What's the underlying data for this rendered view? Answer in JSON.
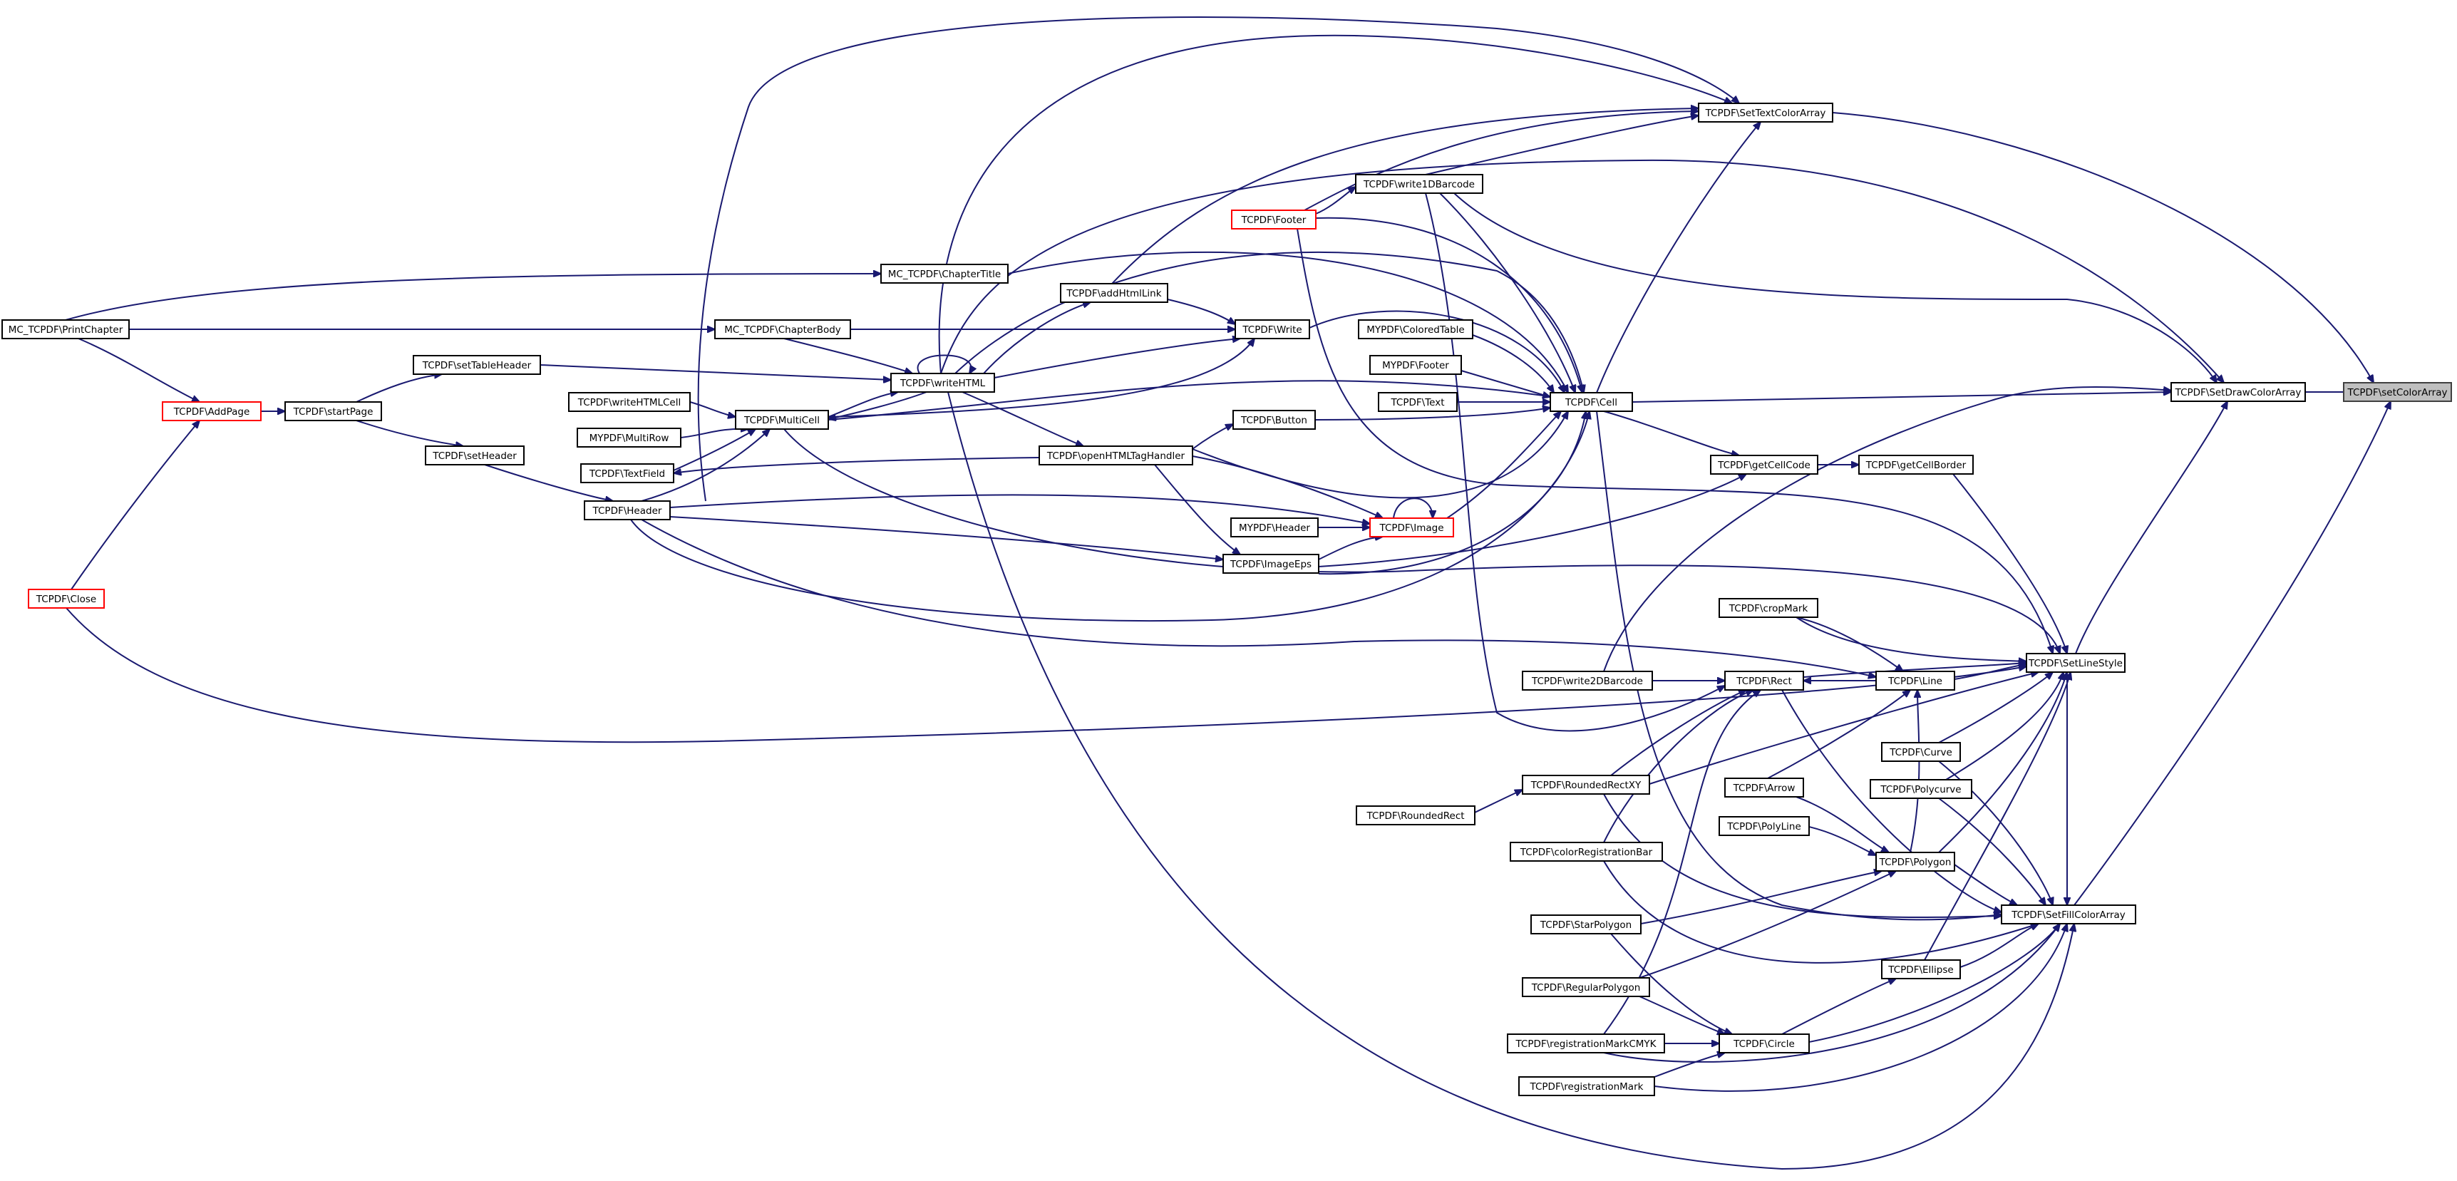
{
  "diagram": {
    "type": "call-graph",
    "colors": {
      "edge": "#191970",
      "node_border": "#000000",
      "truncated_node_border": "#ff0000",
      "focus_node_fill": "#bfbfbf"
    },
    "nodes": [
      {
        "id": "setColorArray",
        "label": "TCPDF\\setColorArray",
        "style": "focus"
      },
      {
        "id": "SetDrawColorArray",
        "label": "TCPDF\\SetDrawColorArray",
        "style": "normal"
      },
      {
        "id": "SetTextColorArray",
        "label": "TCPDF\\SetTextColorArray",
        "style": "normal"
      },
      {
        "id": "SetFillColorArray",
        "label": "TCPDF\\SetFillColorArray",
        "style": "normal"
      },
      {
        "id": "SetLineStyle",
        "label": "TCPDF\\SetLineStyle",
        "style": "normal"
      },
      {
        "id": "Cell",
        "label": "TCPDF\\Cell",
        "style": "normal"
      },
      {
        "id": "getCellBorder",
        "label": "TCPDF\\getCellBorder",
        "style": "normal"
      },
      {
        "id": "getCellCode",
        "label": "TCPDF\\getCellCode",
        "style": "normal"
      },
      {
        "id": "write1DBarcode",
        "label": "TCPDF\\write1DBarcode",
        "style": "normal"
      },
      {
        "id": "Footer",
        "label": "TCPDF\\Footer",
        "style": "truncated"
      },
      {
        "id": "ChapterTitle",
        "label": "MC_TCPDF\\ChapterTitle",
        "style": "normal"
      },
      {
        "id": "PrintChapter",
        "label": "MC_TCPDF\\PrintChapter",
        "style": "normal"
      },
      {
        "id": "addHtmlLink",
        "label": "TCPDF\\addHtmlLink",
        "style": "normal"
      },
      {
        "id": "ChapterBody",
        "label": "MC_TCPDF\\ChapterBody",
        "style": "normal"
      },
      {
        "id": "Write",
        "label": "TCPDF\\Write",
        "style": "normal"
      },
      {
        "id": "MyColoredTable",
        "label": "MYPDF\\ColoredTable",
        "style": "normal"
      },
      {
        "id": "setTableHeader",
        "label": "TCPDF\\setTableHeader",
        "style": "normal"
      },
      {
        "id": "writeHTML",
        "label": "TCPDF\\writeHTML",
        "style": "normal"
      },
      {
        "id": "MyFooter",
        "label": "MYPDF\\Footer",
        "style": "normal"
      },
      {
        "id": "AddPage",
        "label": "TCPDF\\AddPage",
        "style": "truncated"
      },
      {
        "id": "startPage",
        "label": "TCPDF\\startPage",
        "style": "normal"
      },
      {
        "id": "writeHTMLCell",
        "label": "TCPDF\\writeHTMLCell",
        "style": "normal"
      },
      {
        "id": "MultiCell",
        "label": "TCPDF\\MultiCell",
        "style": "normal"
      },
      {
        "id": "Text",
        "label": "TCPDF\\Text",
        "style": "normal"
      },
      {
        "id": "MultiRow",
        "label": "MYPDF\\MultiRow",
        "style": "normal"
      },
      {
        "id": "Button",
        "label": "TCPDF\\Button",
        "style": "normal"
      },
      {
        "id": "setHeader",
        "label": "TCPDF\\setHeader",
        "style": "normal"
      },
      {
        "id": "TextField",
        "label": "TCPDF\\TextField",
        "style": "normal"
      },
      {
        "id": "openHTMLTagHandler",
        "label": "TCPDF\\openHTMLTagHandler",
        "style": "normal"
      },
      {
        "id": "Header",
        "label": "TCPDF\\Header",
        "style": "normal"
      },
      {
        "id": "MyHeader",
        "label": "MYPDF\\Header",
        "style": "normal"
      },
      {
        "id": "Image",
        "label": "TCPDF\\Image",
        "style": "truncated"
      },
      {
        "id": "ImageEps",
        "label": "TCPDF\\ImageEps",
        "style": "normal"
      },
      {
        "id": "Close",
        "label": "TCPDF\\Close",
        "style": "truncated"
      },
      {
        "id": "cropMark",
        "label": "TCPDF\\cropMark",
        "style": "normal"
      },
      {
        "id": "write2DBarcode",
        "label": "TCPDF\\write2DBarcode",
        "style": "normal"
      },
      {
        "id": "Rect",
        "label": "TCPDF\\Rect",
        "style": "normal"
      },
      {
        "id": "Line",
        "label": "TCPDF\\Line",
        "style": "normal"
      },
      {
        "id": "Curve",
        "label": "TCPDF\\Curve",
        "style": "normal"
      },
      {
        "id": "RoundedRectXY",
        "label": "TCPDF\\RoundedRectXY",
        "style": "normal"
      },
      {
        "id": "Arrow",
        "label": "TCPDF\\Arrow",
        "style": "normal"
      },
      {
        "id": "Polycurve",
        "label": "TCPDF\\Polycurve",
        "style": "normal"
      },
      {
        "id": "RoundedRect",
        "label": "TCPDF\\RoundedRect",
        "style": "normal"
      },
      {
        "id": "PolyLine",
        "label": "TCPDF\\PolyLine",
        "style": "normal"
      },
      {
        "id": "colorRegistrationBar",
        "label": "TCPDF\\colorRegistrationBar",
        "style": "normal"
      },
      {
        "id": "Polygon",
        "label": "TCPDF\\Polygon",
        "style": "normal"
      },
      {
        "id": "StarPolygon",
        "label": "TCPDF\\StarPolygon",
        "style": "normal"
      },
      {
        "id": "Ellipse",
        "label": "TCPDF\\Ellipse",
        "style": "normal"
      },
      {
        "id": "RegularPolygon",
        "label": "TCPDF\\RegularPolygon",
        "style": "normal"
      },
      {
        "id": "registrationMarkCMYK",
        "label": "TCPDF\\registrationMarkCMYK",
        "style": "normal"
      },
      {
        "id": "Circle",
        "label": "TCPDF\\Circle",
        "style": "normal"
      },
      {
        "id": "registrationMark",
        "label": "TCPDF\\registrationMark",
        "style": "normal"
      }
    ],
    "edges": [
      {
        "from": "SetDrawColorArray",
        "to": "setColorArray"
      },
      {
        "from": "SetTextColorArray",
        "to": "setColorArray"
      },
      {
        "from": "SetFillColorArray",
        "to": "setColorArray"
      },
      {
        "from": "SetLineStyle",
        "to": "SetDrawColorArray"
      },
      {
        "from": "Cell",
        "to": "SetDrawColorArray"
      },
      {
        "from": "write1DBarcode",
        "to": "SetDrawColorArray"
      },
      {
        "from": "writeHTML",
        "to": "SetDrawColorArray"
      },
      {
        "from": "Cell",
        "to": "SetTextColorArray"
      },
      {
        "from": "write1DBarcode",
        "to": "SetTextColorArray"
      },
      {
        "from": "Footer",
        "to": "SetTextColorArray"
      },
      {
        "from": "addHtmlLink",
        "to": "SetTextColorArray"
      },
      {
        "from": "writeHTML",
        "to": "SetTextColorArray"
      },
      {
        "from": "Header",
        "to": "SetTextColorArray"
      },
      {
        "from": "SetLineStyle",
        "to": "SetFillColorArray"
      },
      {
        "from": "Rect",
        "to": "SetFillColorArray"
      },
      {
        "from": "Polygon",
        "to": "SetFillColorArray"
      },
      {
        "from": "Polycurve",
        "to": "SetFillColorArray"
      },
      {
        "from": "Curve",
        "to": "SetFillColorArray"
      },
      {
        "from": "Ellipse",
        "to": "SetFillColorArray"
      },
      {
        "from": "Circle",
        "to": "SetFillColorArray"
      },
      {
        "from": "RoundedRectXY",
        "to": "SetFillColorArray"
      },
      {
        "from": "colorRegistrationBar",
        "to": "SetFillColorArray"
      },
      {
        "from": "registrationMarkCMYK",
        "to": "SetFillColorArray"
      },
      {
        "from": "registrationMark",
        "to": "SetFillColorArray"
      },
      {
        "from": "writeHTML",
        "to": "SetFillColorArray"
      },
      {
        "from": "Cell",
        "to": "SetFillColorArray"
      },
      {
        "from": "getCellBorder",
        "to": "SetLineStyle"
      },
      {
        "from": "cropMark",
        "to": "SetLineStyle"
      },
      {
        "from": "Rect",
        "to": "SetLineStyle"
      },
      {
        "from": "Line",
        "to": "SetLineStyle"
      },
      {
        "from": "Curve",
        "to": "SetLineStyle"
      },
      {
        "from": "Polycurve",
        "to": "SetLineStyle"
      },
      {
        "from": "Polygon",
        "to": "SetLineStyle"
      },
      {
        "from": "Ellipse",
        "to": "SetLineStyle"
      },
      {
        "from": "RoundedRectXY",
        "to": "SetLineStyle"
      },
      {
        "from": "write2DBarcode",
        "to": "SetLineStyle"
      },
      {
        "from": "Footer",
        "to": "SetLineStyle"
      },
      {
        "from": "Close",
        "to": "SetLineStyle"
      },
      {
        "from": "MultiCell",
        "to": "SetLineStyle"
      },
      {
        "from": "getCellCode",
        "to": "getCellBorder"
      },
      {
        "from": "Cell",
        "to": "getCellCode"
      },
      {
        "from": "ImageEps",
        "to": "getCellCode"
      },
      {
        "from": "write1DBarcode",
        "to": "Cell"
      },
      {
        "from": "Footer",
        "to": "Cell"
      },
      {
        "from": "ChapterTitle",
        "to": "Cell"
      },
      {
        "from": "Write",
        "to": "Cell"
      },
      {
        "from": "MyColoredTable",
        "to": "Cell"
      },
      {
        "from": "MyFooter",
        "to": "Cell"
      },
      {
        "from": "Text",
        "to": "Cell"
      },
      {
        "from": "Button",
        "to": "Cell"
      },
      {
        "from": "MultiCell",
        "to": "Cell"
      },
      {
        "from": "writeHTML",
        "to": "Cell"
      },
      {
        "from": "Image",
        "to": "Cell"
      },
      {
        "from": "ImageEps",
        "to": "Cell"
      },
      {
        "from": "Header",
        "to": "Cell"
      },
      {
        "from": "openHTMLTagHandler",
        "to": "Cell"
      },
      {
        "from": "Footer",
        "to": "write1DBarcode"
      },
      {
        "from": "PrintChapter",
        "to": "ChapterTitle"
      },
      {
        "from": "PrintChapter",
        "to": "ChapterBody"
      },
      {
        "from": "ChapterBody",
        "to": "writeHTML"
      },
      {
        "from": "writeHTML",
        "to": "addHtmlLink"
      },
      {
        "from": "addHtmlLink",
        "to": "Write"
      },
      {
        "from": "ChapterBody",
        "to": "Write"
      },
      {
        "from": "writeHTML",
        "to": "Write"
      },
      {
        "from": "MultiCell",
        "to": "Write"
      },
      {
        "from": "setTableHeader",
        "to": "writeHTML"
      },
      {
        "from": "writeHTML",
        "to": "writeHTML"
      },
      {
        "from": "MultiCell",
        "to": "writeHTML"
      },
      {
        "from": "writeHTML",
        "to": "MultiCell"
      },
      {
        "from": "writeHTMLCell",
        "to": "MultiCell"
      },
      {
        "from": "MultiRow",
        "to": "MultiCell"
      },
      {
        "from": "TextField",
        "to": "MultiCell"
      },
      {
        "from": "Header",
        "to": "MultiCell"
      },
      {
        "from": "writeHTML",
        "to": "openHTMLTagHandler"
      },
      {
        "from": "openHTMLTagHandler",
        "to": "Button"
      },
      {
        "from": "openHTMLTagHandler",
        "to": "TextField"
      },
      {
        "from": "startPage",
        "to": "setTableHeader"
      },
      {
        "from": "startPage",
        "to": "setHeader"
      },
      {
        "from": "AddPage",
        "to": "startPage"
      },
      {
        "from": "PrintChapter",
        "to": "AddPage"
      },
      {
        "from": "Close",
        "to": "AddPage"
      },
      {
        "from": "setHeader",
        "to": "Header"
      },
      {
        "from": "openHTMLTagHandler",
        "to": "Image"
      },
      {
        "from": "Header",
        "to": "Image"
      },
      {
        "from": "MyHeader",
        "to": "Image"
      },
      {
        "from": "Image",
        "to": "Image"
      },
      {
        "from": "ImageEps",
        "to": "Image"
      },
      {
        "from": "openHTMLTagHandler",
        "to": "ImageEps"
      },
      {
        "from": "Header",
        "to": "ImageEps"
      },
      {
        "from": "write2DBarcode",
        "to": "Rect"
      },
      {
        "from": "RoundedRectXY",
        "to": "Rect"
      },
      {
        "from": "colorRegistrationBar",
        "to": "Rect"
      },
      {
        "from": "registrationMarkCMYK",
        "to": "Rect"
      },
      {
        "from": "Line",
        "to": "Rect"
      },
      {
        "from": "cropMark",
        "to": "Line"
      },
      {
        "from": "Arrow",
        "to": "Line"
      },
      {
        "from": "Header",
        "to": "Line"
      },
      {
        "from": "Polygon",
        "to": "Line"
      },
      {
        "from": "RoundedRect",
        "to": "RoundedRectXY"
      },
      {
        "from": "Arrow",
        "to": "Polygon"
      },
      {
        "from": "PolyLine",
        "to": "Polygon"
      },
      {
        "from": "StarPolygon",
        "to": "Polygon"
      },
      {
        "from": "RegularPolygon",
        "to": "Polygon"
      },
      {
        "from": "Circle",
        "to": "Ellipse"
      },
      {
        "from": "StarPolygon",
        "to": "Circle"
      },
      {
        "from": "RegularPolygon",
        "to": "Circle"
      },
      {
        "from": "registrationMarkCMYK",
        "to": "Circle"
      },
      {
        "from": "registrationMark",
        "to": "Circle"
      },
      {
        "from": "write1DBarcode",
        "to": "Rect"
      }
    ]
  }
}
